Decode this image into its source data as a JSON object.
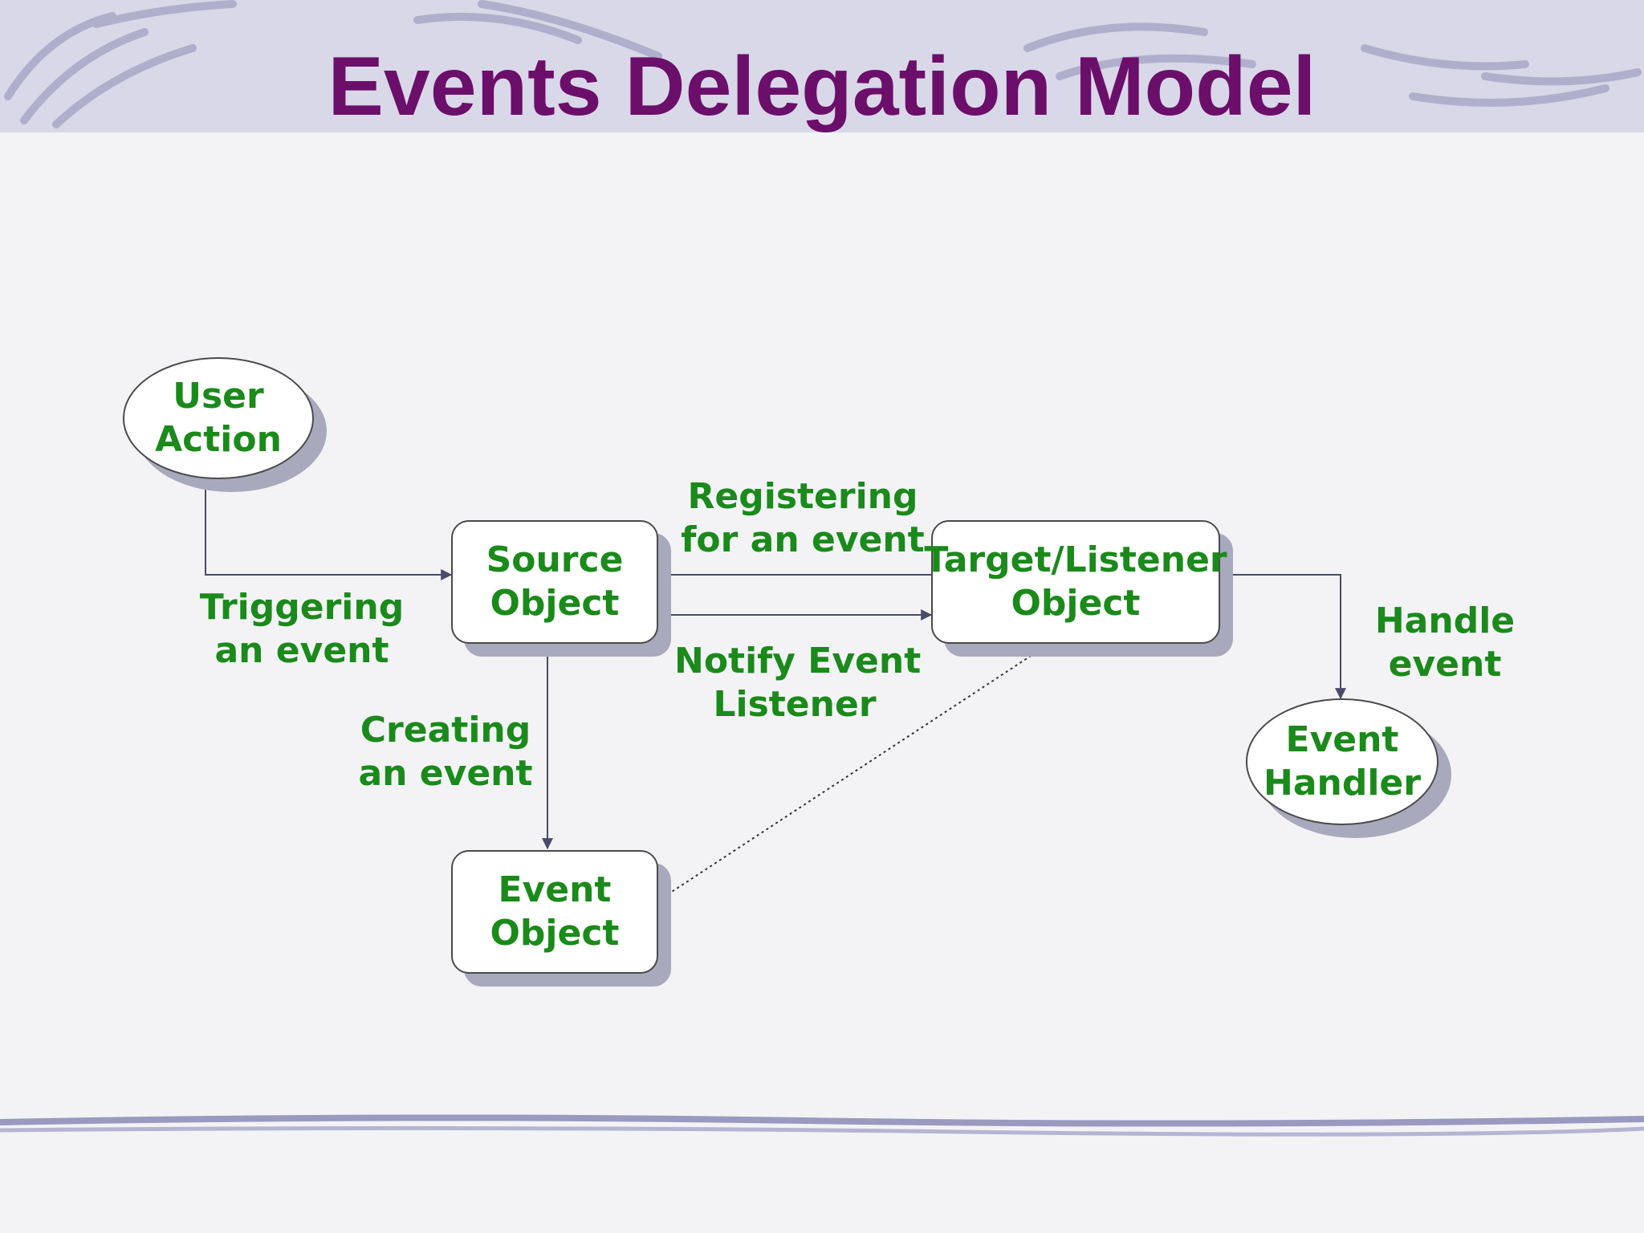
{
  "slide": {
    "title": "Events Delegation Model",
    "colors": {
      "title": "#6b0f6b",
      "text": "#1a8a1a",
      "line": "#4a4a6a",
      "shadow": "#a9a9bd"
    }
  },
  "diagram": {
    "nodes": {
      "user_action": {
        "line1": "User",
        "line2": "Action"
      },
      "source_object": {
        "line1": "Source",
        "line2": "Object"
      },
      "target_listener": {
        "line1": "Target/Listener",
        "line2": "Object"
      },
      "event_object": {
        "line1": "Event",
        "line2": "Object"
      },
      "event_handler": {
        "line1": "Event",
        "line2": "Handler"
      }
    },
    "edges": {
      "triggering": {
        "line1": "Triggering",
        "line2": "an event"
      },
      "registering": {
        "line1": "Registering",
        "line2": "for an event"
      },
      "notify": {
        "line1": "Notify Event",
        "line2": "Listener"
      },
      "creating": {
        "line1": "Creating",
        "line2": "an event"
      },
      "handle": {
        "line1": "Handle",
        "line2": "event"
      }
    }
  }
}
